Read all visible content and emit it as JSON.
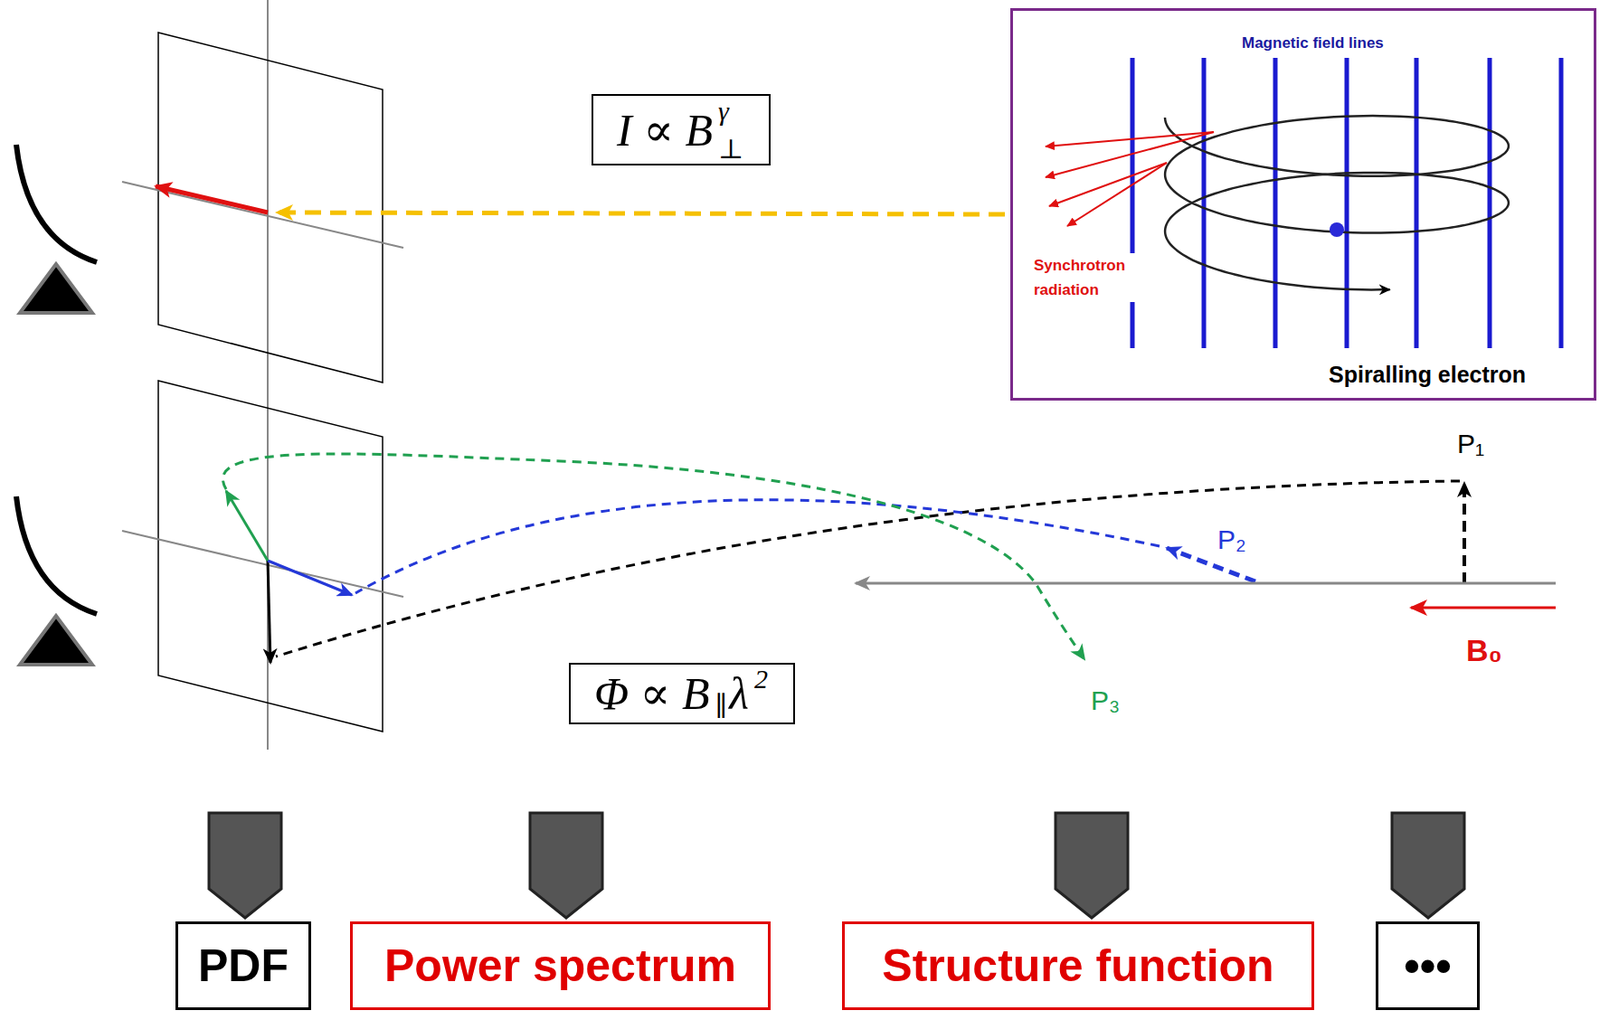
{
  "diagram": {
    "nodes": [
      {
        "text": [
          "I ∝ B",
          "γ",
          "⊥"
        ]
      },
      {
        "text": [
          "Magnetic field lines",
          "Synchrotron radiation",
          "Spiralling electron"
        ]
      },
      {
        "text": [
          "Φ ∝ B",
          "∥",
          "λ",
          "2"
        ]
      },
      {
        "text": [
          "PDF"
        ]
      },
      {
        "text": [
          "Power spectrum"
        ]
      },
      {
        "text": [
          "Structure function"
        ]
      },
      {
        "text": [
          "•••"
        ]
      }
    ],
    "labels": [
      "P₁",
      "P₂",
      "P₃",
      "B₀"
    ]
  }
}
